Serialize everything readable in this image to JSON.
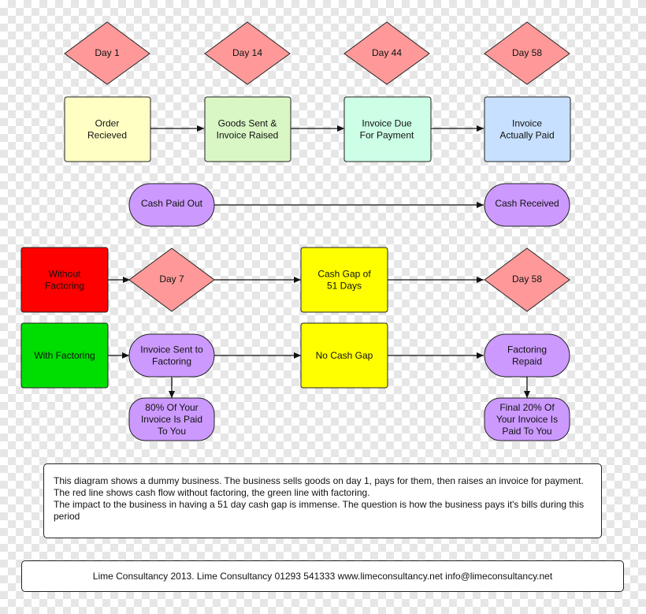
{
  "timeline": {
    "days": [
      "Day 1",
      "Day 14",
      "Day 44",
      "Day 58"
    ],
    "steps": [
      {
        "lines": [
          "Order",
          "Recieved"
        ],
        "color": "#ffffc4"
      },
      {
        "lines": [
          "Goods Sent &",
          "Invoice Raised"
        ],
        "color": "#d9f7c4"
      },
      {
        "lines": [
          "Invoice Due",
          "For Payment"
        ],
        "color": "#ccffe6"
      },
      {
        "lines": [
          "Invoice",
          "Actually Paid"
        ],
        "color": "#c7e0ff"
      }
    ]
  },
  "cash": {
    "paid_out": "Cash Paid Out",
    "received": "Cash Received"
  },
  "without": {
    "label": [
      "Without",
      "Factoring"
    ],
    "start_day": "Day 7",
    "gap": [
      "Cash Gap of",
      "51 Days"
    ],
    "end_day": "Day 58"
  },
  "with": {
    "label": [
      "With Factoring"
    ],
    "invoice_sent": [
      "Invoice Sent to",
      "Factoring"
    ],
    "gap": [
      "No Cash Gap"
    ],
    "repaid": [
      "Factoring",
      "Repaid"
    ],
    "advance": [
      "80% Of Your",
      "Invoice Is Paid",
      "To You"
    ],
    "final": [
      "Final 20% Of",
      "Your Invoice Is",
      "Paid To You"
    ]
  },
  "colors": {
    "diamond": "#ff9999",
    "pill": "#cc99ff",
    "red": "#ff0000",
    "green": "#00dd00",
    "yellow": "#ffff00"
  },
  "note": {
    "line1": "This diagram shows a dummy business. The business sells goods on day 1, pays for them, then raises an invoice for payment. The red line shows cash flow without factoring, the green line with factoring.",
    "line2": "The impact to the business in having a 51 day cash gap is immense. The question is how the business pays it's bills during this period"
  },
  "footer": "Lime Consultancy 2013. Lime Consultancy 01293 541333  www.limeconsultancy.net  info@limeconsultancy.net"
}
